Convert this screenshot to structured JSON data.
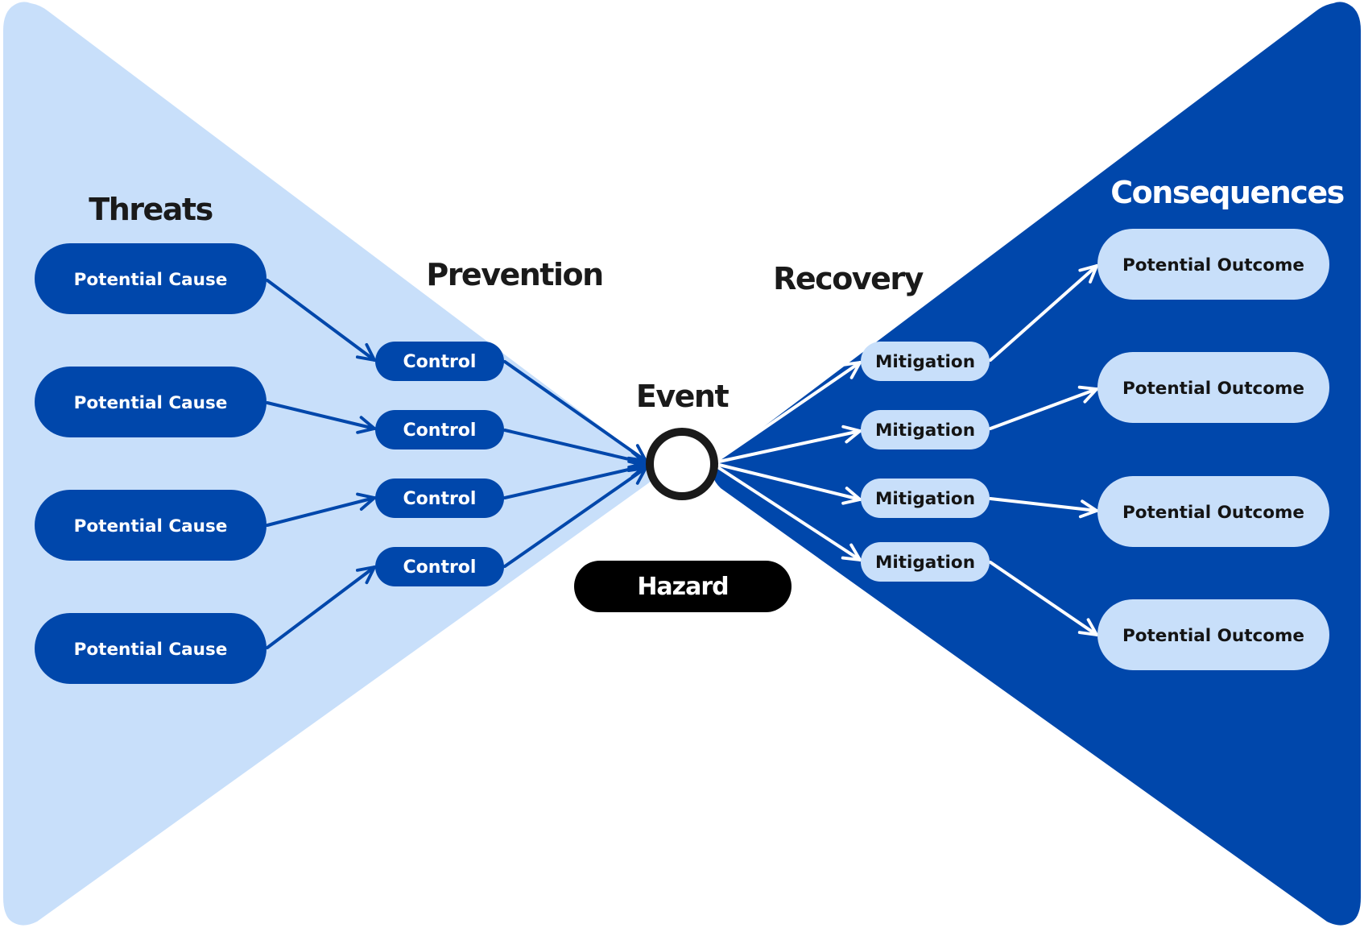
{
  "colors": {
    "left_background": "#c8dffa",
    "right_background": "#0047ab",
    "left_node_fill": "#0047ab",
    "left_node_text": "#ffffff",
    "right_node_fill": "#c8dffa",
    "right_node_text": "#141414",
    "left_arrow": "#0047ab",
    "right_arrow": "#ffffff",
    "event_ring": "#1a1a1a",
    "hazard_fill": "#000000",
    "hazard_text": "#ffffff",
    "dark_heading": "#1a1a1a",
    "light_heading": "#ffffff"
  },
  "headings": {
    "threats": "Threats",
    "prevention": "Prevention",
    "event": "Event",
    "recovery": "Recovery",
    "consequences": "Consequences"
  },
  "threats": [
    {
      "label": "Potential Cause"
    },
    {
      "label": "Potential Cause"
    },
    {
      "label": "Potential Cause"
    },
    {
      "label": "Potential Cause"
    }
  ],
  "controls": [
    {
      "label": "Control"
    },
    {
      "label": "Control"
    },
    {
      "label": "Control"
    },
    {
      "label": "Control"
    }
  ],
  "mitigations": [
    {
      "label": "Mitigation"
    },
    {
      "label": "Mitigation"
    },
    {
      "label": "Mitigation"
    },
    {
      "label": "Mitigation"
    }
  ],
  "outcomes": [
    {
      "label": "Potential Outcome"
    },
    {
      "label": "Potential Outcome"
    },
    {
      "label": "Potential Outcome"
    },
    {
      "label": "Potential Outcome"
    }
  ],
  "hazard": {
    "label": "Hazard"
  }
}
